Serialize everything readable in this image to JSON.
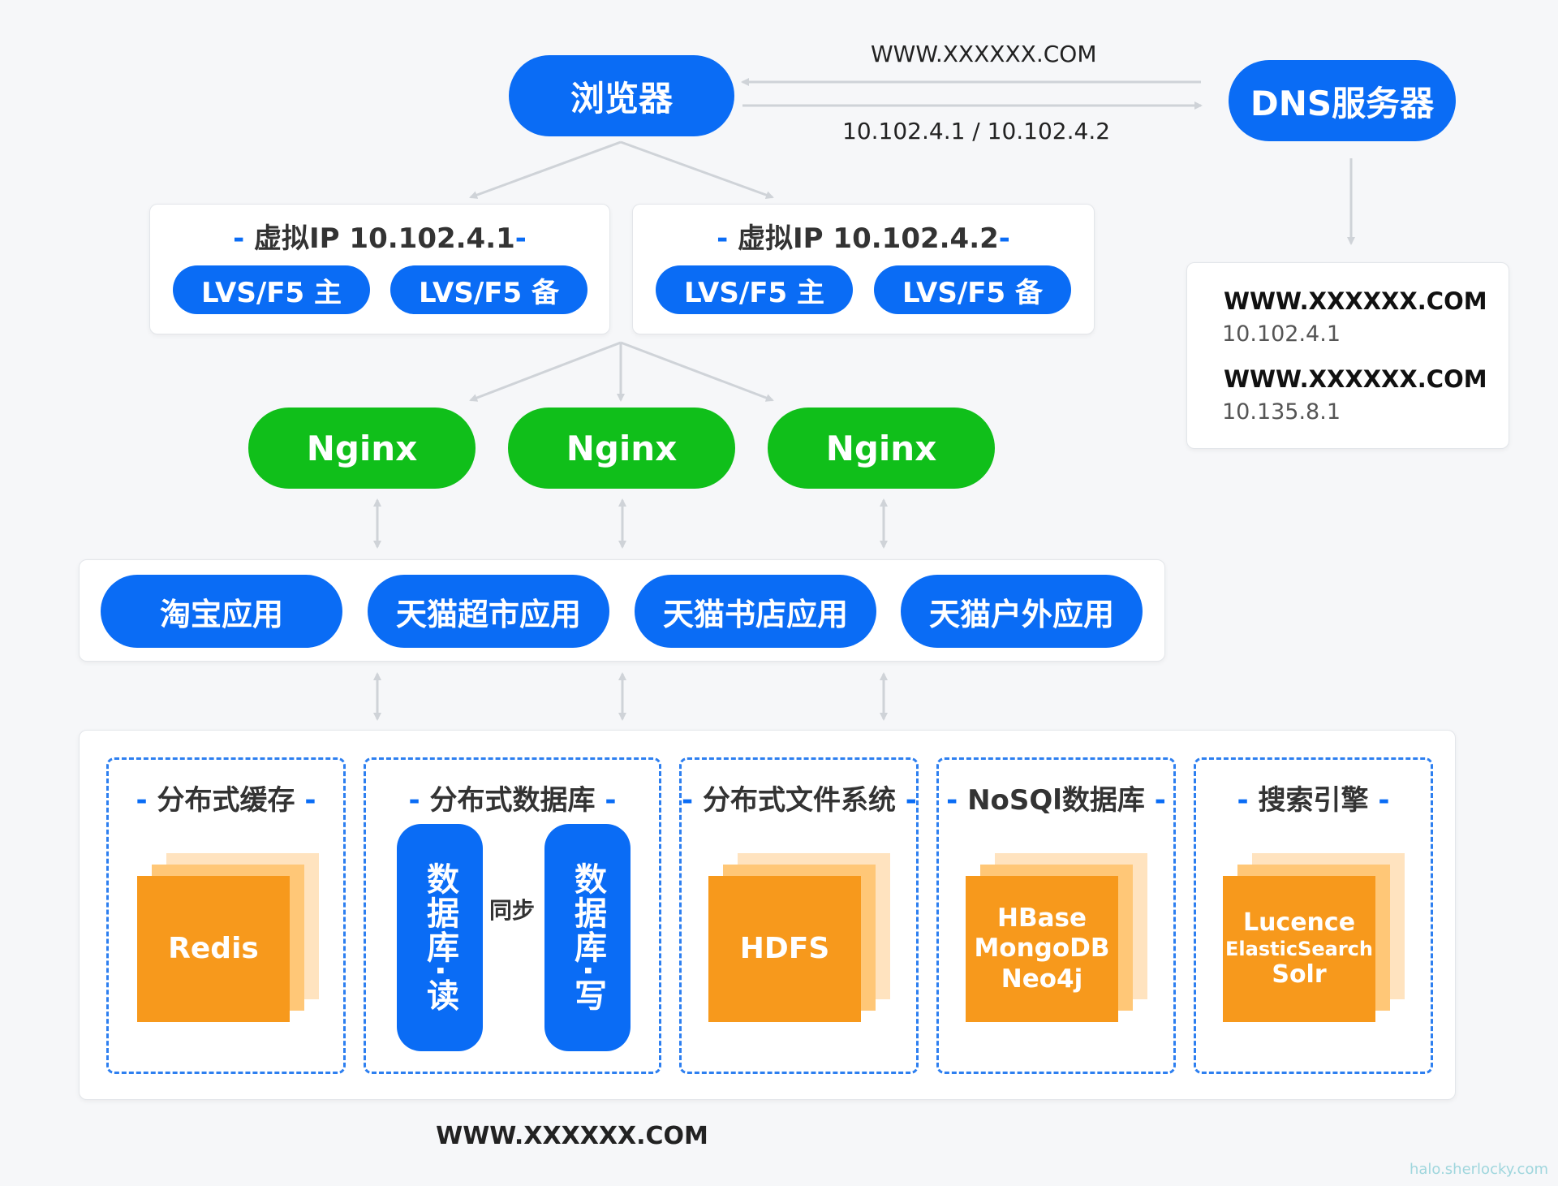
{
  "browser": "浏览器",
  "dns": {
    "server": "DNS服务器",
    "query_label": "WWW.XXXXXX.COM",
    "reply_label": "10.102.4.1 / 10.102.4.2",
    "records": [
      {
        "host": "WWW.XXXXXX.COM",
        "ip": "10.102.4.1"
      },
      {
        "host": "WWW.XXXXXX.COM",
        "ip": "10.135.8.1"
      }
    ]
  },
  "vip_groups": [
    {
      "title": "虚拟IP 10.102.4.1",
      "master": "LVS/F5 主",
      "backup": "LVS/F5 备"
    },
    {
      "title": "虚拟IP 10.102.4.2",
      "master": "LVS/F5 主",
      "backup": "LVS/F5 备"
    }
  ],
  "nginx": [
    "Nginx",
    "Nginx",
    "Nginx"
  ],
  "apps": [
    "淘宝应用",
    "天猫超市应用",
    "天猫书店应用",
    "天猫户外应用"
  ],
  "storage": {
    "cache": {
      "title": "分布式缓存",
      "items": [
        "Redis"
      ]
    },
    "database": {
      "title": "分布式数据库",
      "read": "数据库·读",
      "write": "数据库·写",
      "sync": "同步"
    },
    "filesystem": {
      "title": "分布式文件系统",
      "items": [
        "HDFS"
      ]
    },
    "nosql": {
      "title": "NoSQl数据库",
      "items": [
        "HBase",
        "MongoDB",
        "Neo4j"
      ]
    },
    "search": {
      "title": "搜索引擎",
      "items": [
        "Lucence",
        "ElasticSearch",
        "Solr"
      ]
    }
  },
  "footer": "WWW.XXXXXX.COM",
  "watermark": "halo.sherlocky.com",
  "colors": {
    "blue": "#0a6cf5",
    "green": "#10bf1a",
    "orange": "#f7991c",
    "arrow": "#cfd3d8"
  }
}
